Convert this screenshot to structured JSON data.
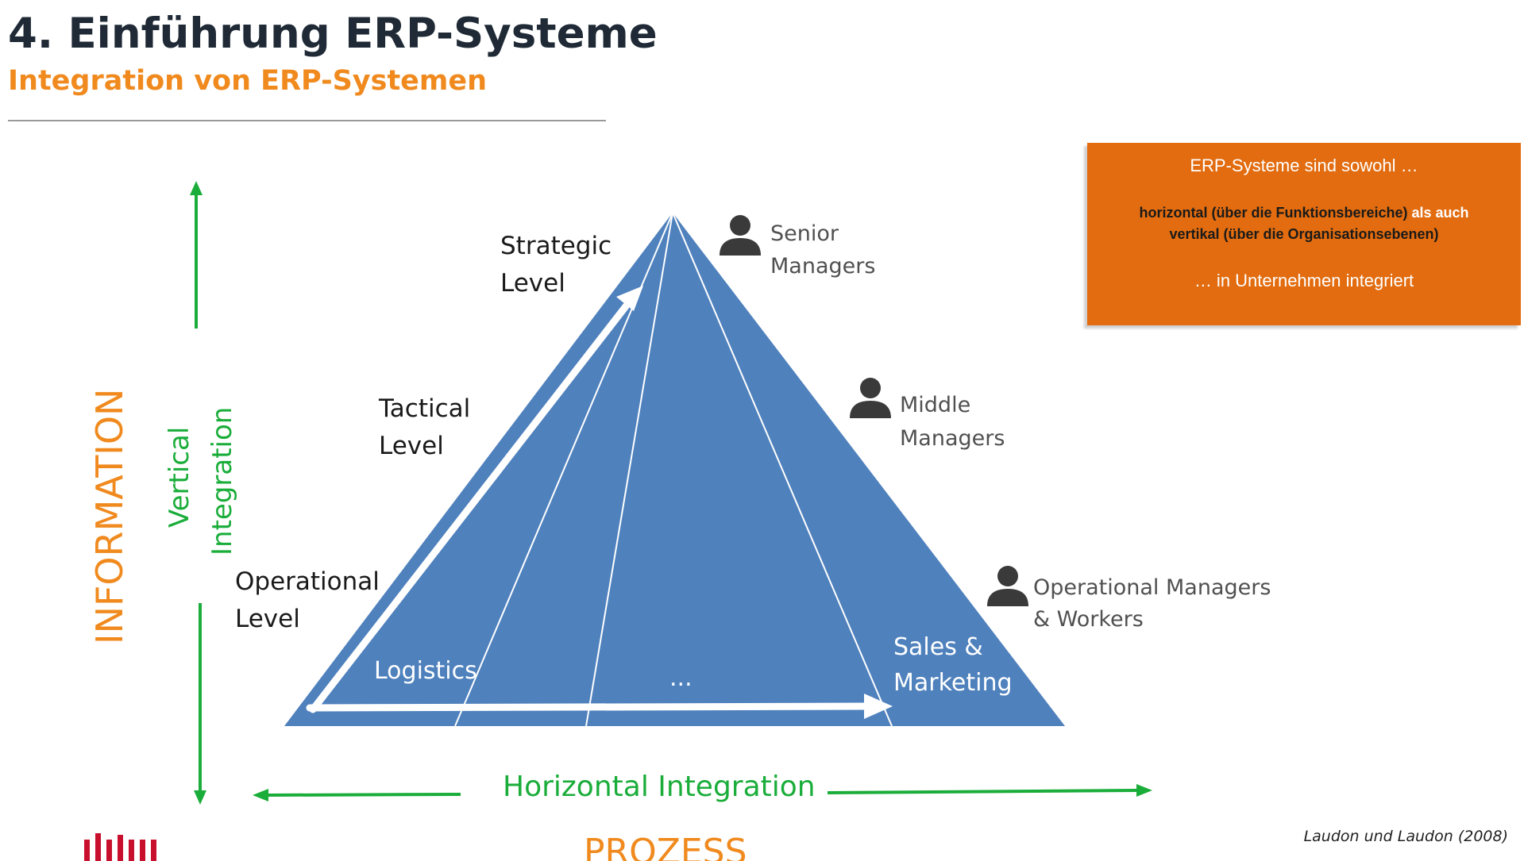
{
  "header": {
    "title": "4. Einführung ERP-Systeme",
    "subtitle": "Integration von ERP-Systemen"
  },
  "infobox": {
    "line1": "ERP-Systeme sind sowohl …",
    "line2a_dark": "horizontal (über die Funktionsbereiche)",
    "line2a_light": " als auch",
    "line2b_dark": "vertikal (über die Organisationsebenen)",
    "line3": "… in Unternehmen integriert"
  },
  "pyramid": {
    "levels": [
      {
        "line1": "Strategic",
        "line2": "Level"
      },
      {
        "line1": "Tactical",
        "line2": "Level"
      },
      {
        "line1": "Operational",
        "line2": "Level"
      }
    ],
    "roles": [
      {
        "line1": "Senior",
        "line2": "Managers"
      },
      {
        "line1": "Middle",
        "line2": "Managers"
      },
      {
        "line1": "Operational Managers",
        "line2": "& Workers"
      }
    ],
    "functions": {
      "left": "Logistics",
      "middle": "...",
      "right_line1": "Sales &",
      "right_line2": "Marketing"
    }
  },
  "axes": {
    "vertical_integration_line1": "Vertical",
    "vertical_integration_line2": "Integration",
    "information": "INFORMATION",
    "horizontal_integration": "Horizontal Integration",
    "prozess": "PROZESS"
  },
  "citation": "Laudon und Laudon (2008)",
  "colors": {
    "pyramid_blue": "#4f81bd",
    "accent_orange": "#f08a1e",
    "infobox_orange": "#e26c0f",
    "integration_green": "#1aad3a",
    "logo_red": "#c8102e"
  }
}
